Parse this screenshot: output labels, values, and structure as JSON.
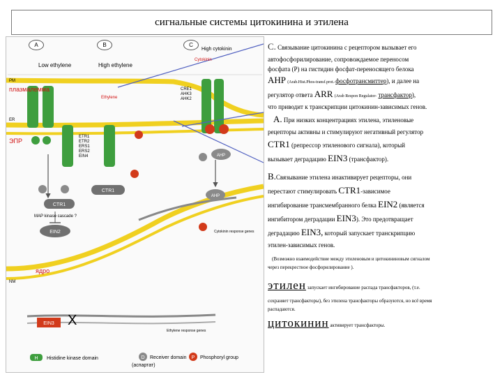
{
  "title": "сигнальные системы цитокинина и этилена",
  "diagram": {
    "panels": [
      "A",
      "B",
      "C"
    ],
    "conditions": {
      "low_ethylene": "Low ethylene",
      "high_ethylene": "High ethylene",
      "high_cytokinin": "High cytokinin",
      "cytokinin": "Cytokinin",
      "ethylene": "Ethylene"
    },
    "membranes": {
      "pm": "PM",
      "plasmalemma": "плазмалемма",
      "er": "ER",
      "epr": "ЭПР",
      "nucleus": "ядро",
      "nm": "NM"
    },
    "receptors": {
      "ethylene": [
        "ETR1",
        "ETR2",
        "ERS1",
        "ERS2",
        "EIN4"
      ],
      "cytokinin": [
        "CRE1",
        "AHK3",
        "AHK2"
      ]
    },
    "proteins": {
      "ctr1": "CTR1",
      "ein2": "EIN2",
      "ahp": "AHP",
      "ein3": "EIN3",
      "map_kinase": "MAP kinase cascade ?",
      "cytokinin_genes": "Cytokinin response genes",
      "ethylene_genes": "Ethylene response genes"
    },
    "legend": {
      "histidine_kinase": "Histidine kinase domain",
      "receiver": "Receiver domain",
      "receiver_sub": "(аспартат)",
      "phosphoryl": "Phosphoryl group",
      "h": "H",
      "d": "D",
      "p": "P"
    }
  },
  "text": {
    "c_letter": "C.",
    "c_line1": "Связывание цитокинина с рецептором вызывает его",
    "c_line2": "автофосфорилирование, сопровождаемое переносом",
    "c_line3": "фосфата (P) на гистидин фосфат-переносящего белока",
    "ahp": "AHP",
    "ahp_gloss": "(Arab.Hist.Phos-transf.prot.-",
    "phosphotransmitter": "фосфотрансмиттер",
    "c_line4_end": "), и далее на",
    "regulator": "регулятор ответа",
    "arr": "ARR",
    "arr_gloss": "(Arab Respon Regulator-",
    "transfactor": "трансфактор",
    "c_line5_end": "),",
    "c_line6": "что приводит к транскрипции цитокинин-зависимых генов.",
    "a_letter": "A.",
    "a_line1": "При низких концентрациях этилена, этиленовые",
    "a_line2": "рецепторы активны и стимулируют негативный регулятор",
    "ctr1": "CTR1",
    "a_line3": "(репрессор этиленового сигнала), который",
    "a_line4": "вызывает деградацию",
    "ein3": "EIN3",
    "a_line4_end": "(трансфактор).",
    "b_letter": "B.",
    "b_line1": "Связывание этилена инактивирует рецепторы, они",
    "b_line2": "перестают стимулировать",
    "ctr1b": "CTR1",
    "b_line2_end": "-зависимое",
    "b_line3": "ингибирование трансмембранного белка",
    "ein2": "EIN2",
    "b_line3_end": "(является",
    "b_line4": "ингибитором деградации",
    "ein3b": "EIN3",
    "b_line4_end": "). Это предотвращает",
    "b_line5": "деградацию",
    "ein3c": "EIN3,",
    "b_line5_end": "который запускает транскрипцию",
    "b_line6": "этилен-зависимых генов.",
    "note1": "(Возможно взаимодействие между этиленовым и цитокининовым сигналом",
    "note2": "через перекрестное фосфорилирование ).",
    "ethylene_word": "этилен",
    "eth_line1": "запускает ингибирование распада трансфакторов, (т.е.",
    "eth_line2": "сохраняет трансфакторы), без этилена трансфакторы образуются, но всё время",
    "eth_line3": "распадаются.",
    "cytokinin_word": "цитокинин",
    "cyt_line1": "активирует трансфакторы."
  },
  "colors": {
    "membrane": "#f0d020",
    "receptor_fill": "#3e9e3e",
    "grey_protein": "#707070",
    "histidine": "#3e9e3e",
    "receiver": "#8a8a8a",
    "phospho": "#d23a1a",
    "label_red": "#d01010",
    "arrow_blue": "#5060c0"
  }
}
